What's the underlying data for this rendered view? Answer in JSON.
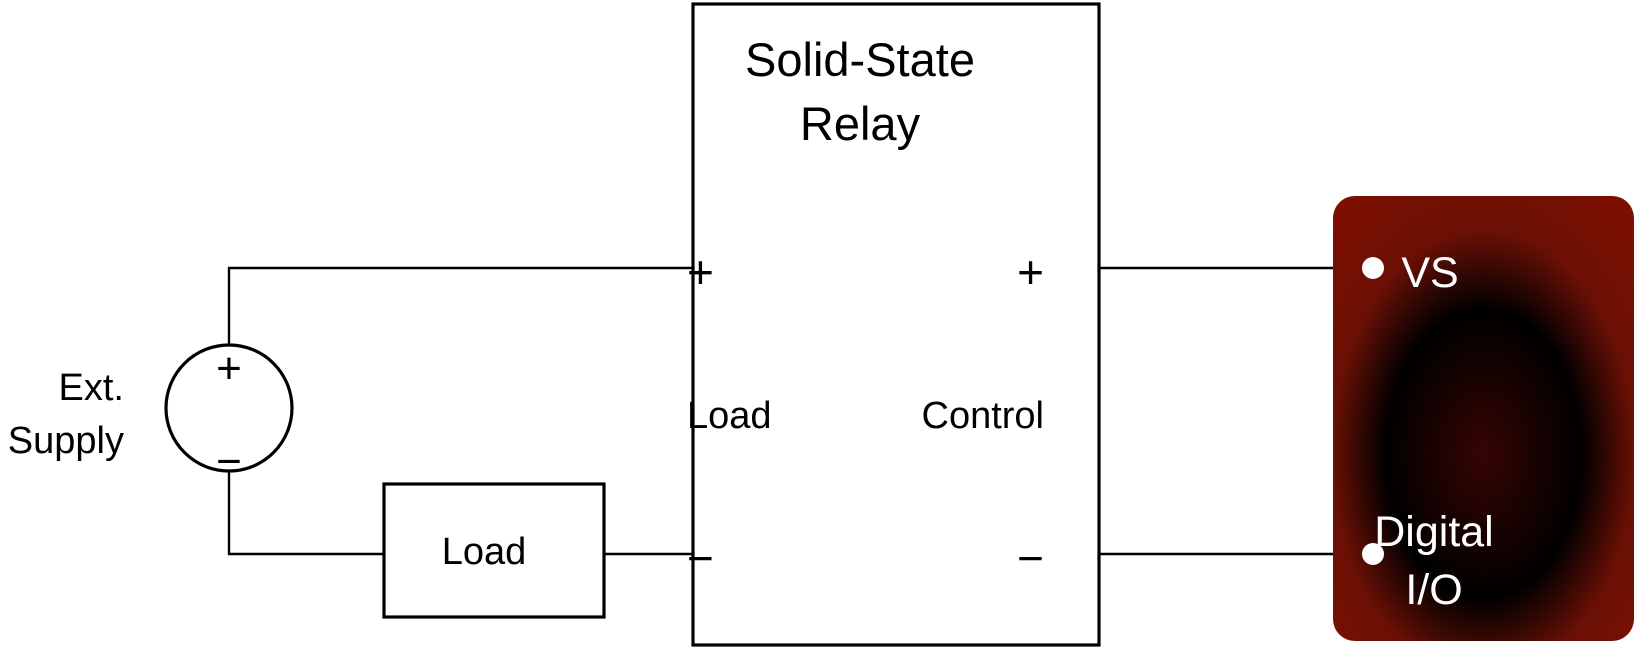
{
  "diagram": {
    "title": "Solid-State Relay wiring diagram",
    "background_color": "#ffffff",
    "line_color": "#000000"
  },
  "ext_supply": {
    "label_line1": "Ext.",
    "label_line2": "Supply",
    "plus_sign": "+",
    "minus_sign": "−",
    "symbol": "voltage-source-circle"
  },
  "load": {
    "label": "Load"
  },
  "relay": {
    "title_line1": "Solid-State",
    "title_line2": "Relay",
    "load_side": {
      "label": "Load",
      "plus_sign": "+",
      "minus_sign": "−"
    },
    "control_side": {
      "label": "Control",
      "plus_sign": "+",
      "minus_sign": "−"
    }
  },
  "daq_module": {
    "color_edge": "#7d0f00",
    "color_center": "#360503",
    "color_bottom": "#6b1005",
    "terminal_color": "#ffffff",
    "terminals": [
      {
        "name": "vs",
        "label": "VS",
        "label_line2": ""
      },
      {
        "name": "digital-io",
        "label": "Digital",
        "label_line2": "I/O"
      }
    ]
  }
}
